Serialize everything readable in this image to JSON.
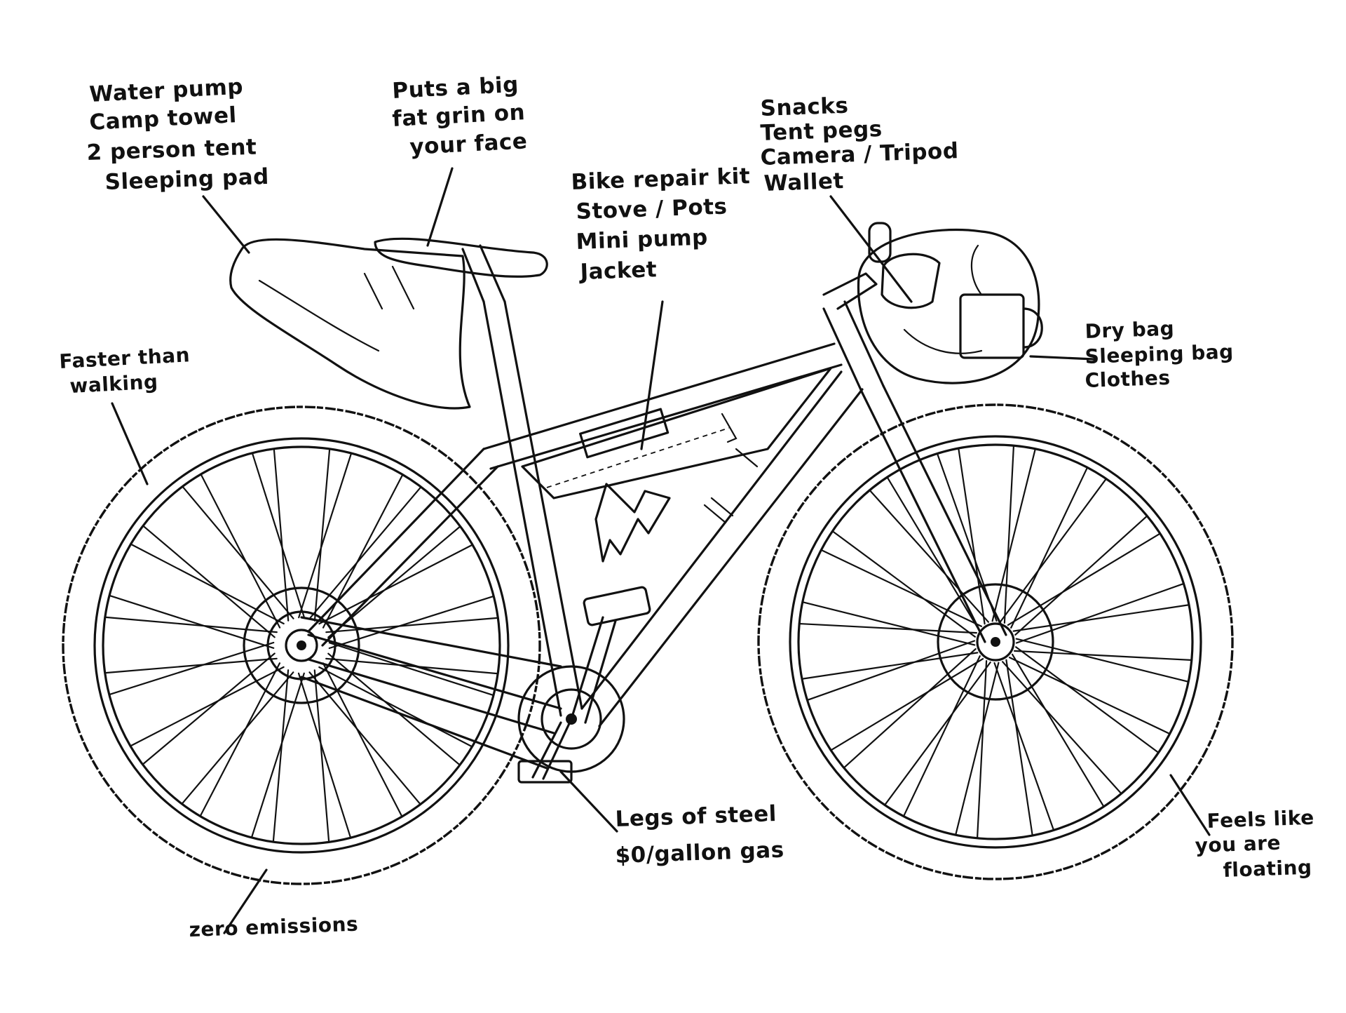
{
  "annotations": {
    "saddle_bag": {
      "lines": [
        "Water pump",
        "Camp towel",
        "2 person tent",
        "Sleeping pad"
      ]
    },
    "saddle": {
      "lines": [
        "Puts a big",
        "fat grin on",
        "your face"
      ]
    },
    "frame_bag": {
      "lines": [
        "Bike repair kit",
        "Stove / Pots",
        "Mini pump",
        "Jacket"
      ]
    },
    "handlebar_pack": {
      "lines": [
        "Snacks",
        "Tent pegs",
        "Camera / Tripod",
        "Wallet"
      ]
    },
    "handlebar_roll": {
      "lines": [
        "Dry bag",
        "Sleeping bag",
        "Clothes"
      ]
    },
    "rear_tire": {
      "lines": [
        "Faster than",
        "walking"
      ]
    },
    "pedals": {
      "lines": [
        "Legs of steel",
        "$0/gallon gas"
      ]
    },
    "front_tire": {
      "lines": [
        "Feels like",
        "you are",
        "floating"
      ]
    },
    "bottom_tire": {
      "lines": [
        "zero emissions"
      ]
    }
  },
  "colors": {
    "ink": "#111111",
    "paper": "#ffffff"
  }
}
